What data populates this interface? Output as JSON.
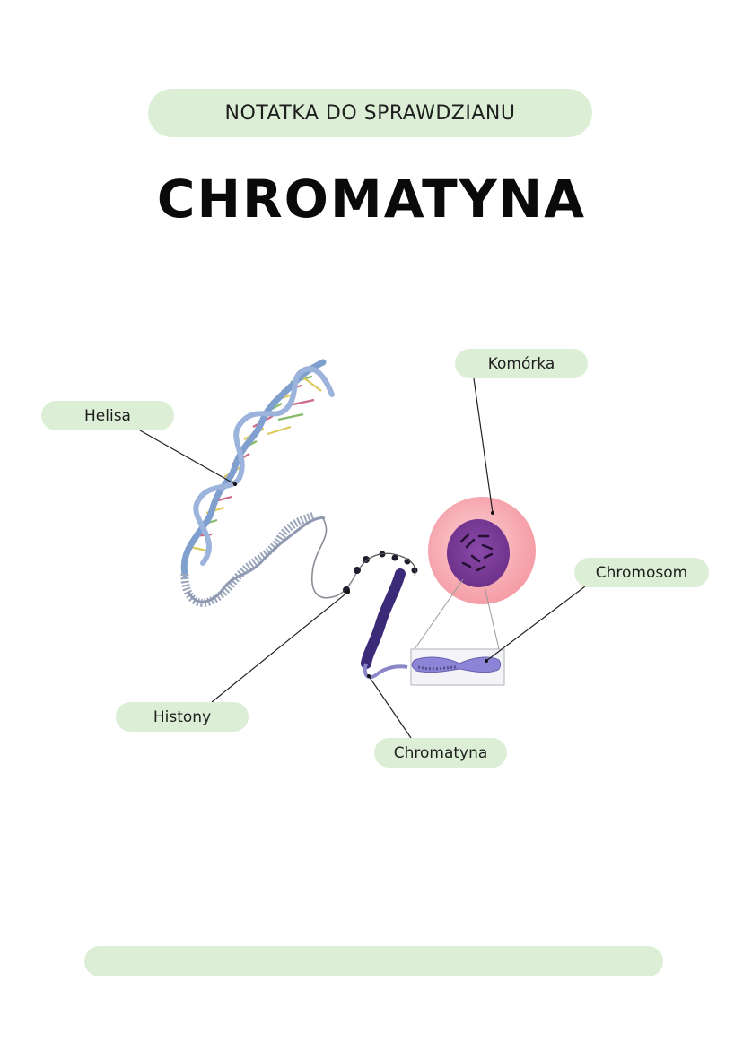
{
  "header": {
    "subtitle": "NOTATKA DO SPRAWDZIANU",
    "title": "CHROMATYNA"
  },
  "labels": {
    "helisa": "Helisa",
    "komorka": "Komórka",
    "chromosom": "Chromosom",
    "histony": "Histony",
    "chromatyna": "Chromatyna"
  },
  "colors": {
    "pill": "#dcefd6",
    "dna_backbone": "#7f9fcf",
    "cell_outer": "#f6b5bb",
    "nucleus": "#7a3d98",
    "chromosome": "#8c84d6"
  }
}
